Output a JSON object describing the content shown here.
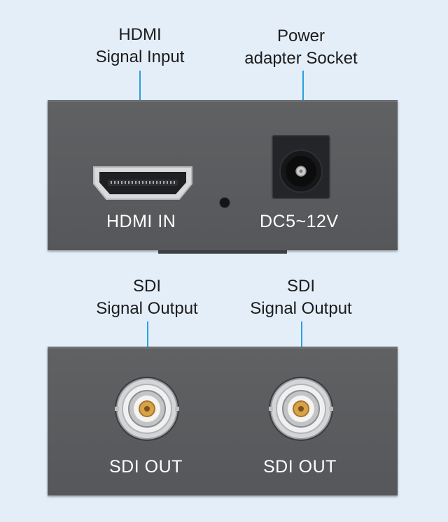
{
  "colors": {
    "background": "#e4eef9",
    "panel": "#5a5c5f",
    "accent": "#2aa0df",
    "label_text": "#ffffff",
    "callout_text": "#1c1c1c"
  },
  "callouts": {
    "hdmi_input": [
      "HDMI",
      "Signal Input"
    ],
    "power_socket": [
      "Power",
      "adapter Socket"
    ],
    "sdi_output_left": [
      "SDI",
      "Signal Output"
    ],
    "sdi_output_right": [
      "SDI",
      "Signal Output"
    ]
  },
  "top_panel": {
    "hdmi_label": "HDMI IN",
    "power_label": "DC5~12V"
  },
  "bottom_panel": {
    "sdi_left_label": "SDI OUT",
    "sdi_right_label": "SDI OUT"
  },
  "icons": [
    "hdmi-port-icon",
    "dc-power-jack-icon",
    "indicator-led-icon",
    "bnc-connector-icon"
  ]
}
